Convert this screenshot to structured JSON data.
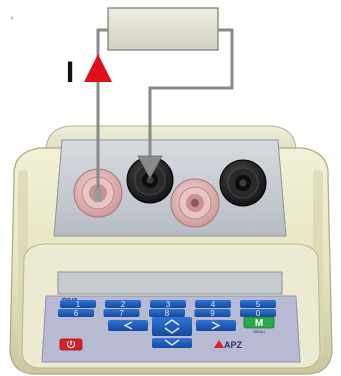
{
  "current_label": "I",
  "device": {
    "brand_left": "DIVA",
    "brand_right": "APZ",
    "m_key_label": "M",
    "m_key_sublabel": "MENU"
  },
  "keypad": {
    "rows": [
      [
        "1",
        "2",
        "3",
        "4",
        "5"
      ],
      [
        "6",
        "7",
        "8",
        "9",
        "0"
      ]
    ]
  },
  "colors": {
    "wire": "#8a8a8a",
    "arrow": "#e0101a",
    "housing": "#e9e8c6",
    "key_blue": "#1858b8",
    "key_green": "#2aa84a",
    "power_red": "#d71f26"
  },
  "icons": {
    "current_direction": "red-up-arrow",
    "measurement_arrow": "gray-down-arrow",
    "power": "power-icon",
    "navigation": "arrow-keys"
  }
}
